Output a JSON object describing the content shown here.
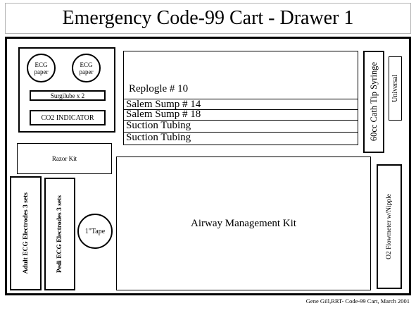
{
  "title": "Emergency Code-99 Cart - Drawer 1",
  "items": {
    "ecg_paper_1": "ECG paper",
    "ecg_paper_2": "ECG paper",
    "surgilube": "Surgilube x 2",
    "co2_indicator": "CO2 INDICATOR",
    "razor_kit": "Razor Kit",
    "replogle": "Replogle # 10",
    "salem_14": "Salem Sump # 14",
    "salem_18": "Salem Sump # 18",
    "suction_1": "Suction Tubing",
    "suction_2": "Suction Tubing",
    "cath_tip_syringe": "60cc Cath Tip Syringe",
    "universal": "Universal",
    "airway_kit": "Airway Management Kit",
    "adult_ecg": "Adult ECG Electrodes 3 sets",
    "pedi_ecg": "Pedi ECG Electrodes 3 sets",
    "tape": "1\"Tape",
    "o2_flowmeter": "O2 Flowmeter w/Nipple"
  },
  "footer": "Gene Gill,RRT- Code-99 Cart, March 2001"
}
